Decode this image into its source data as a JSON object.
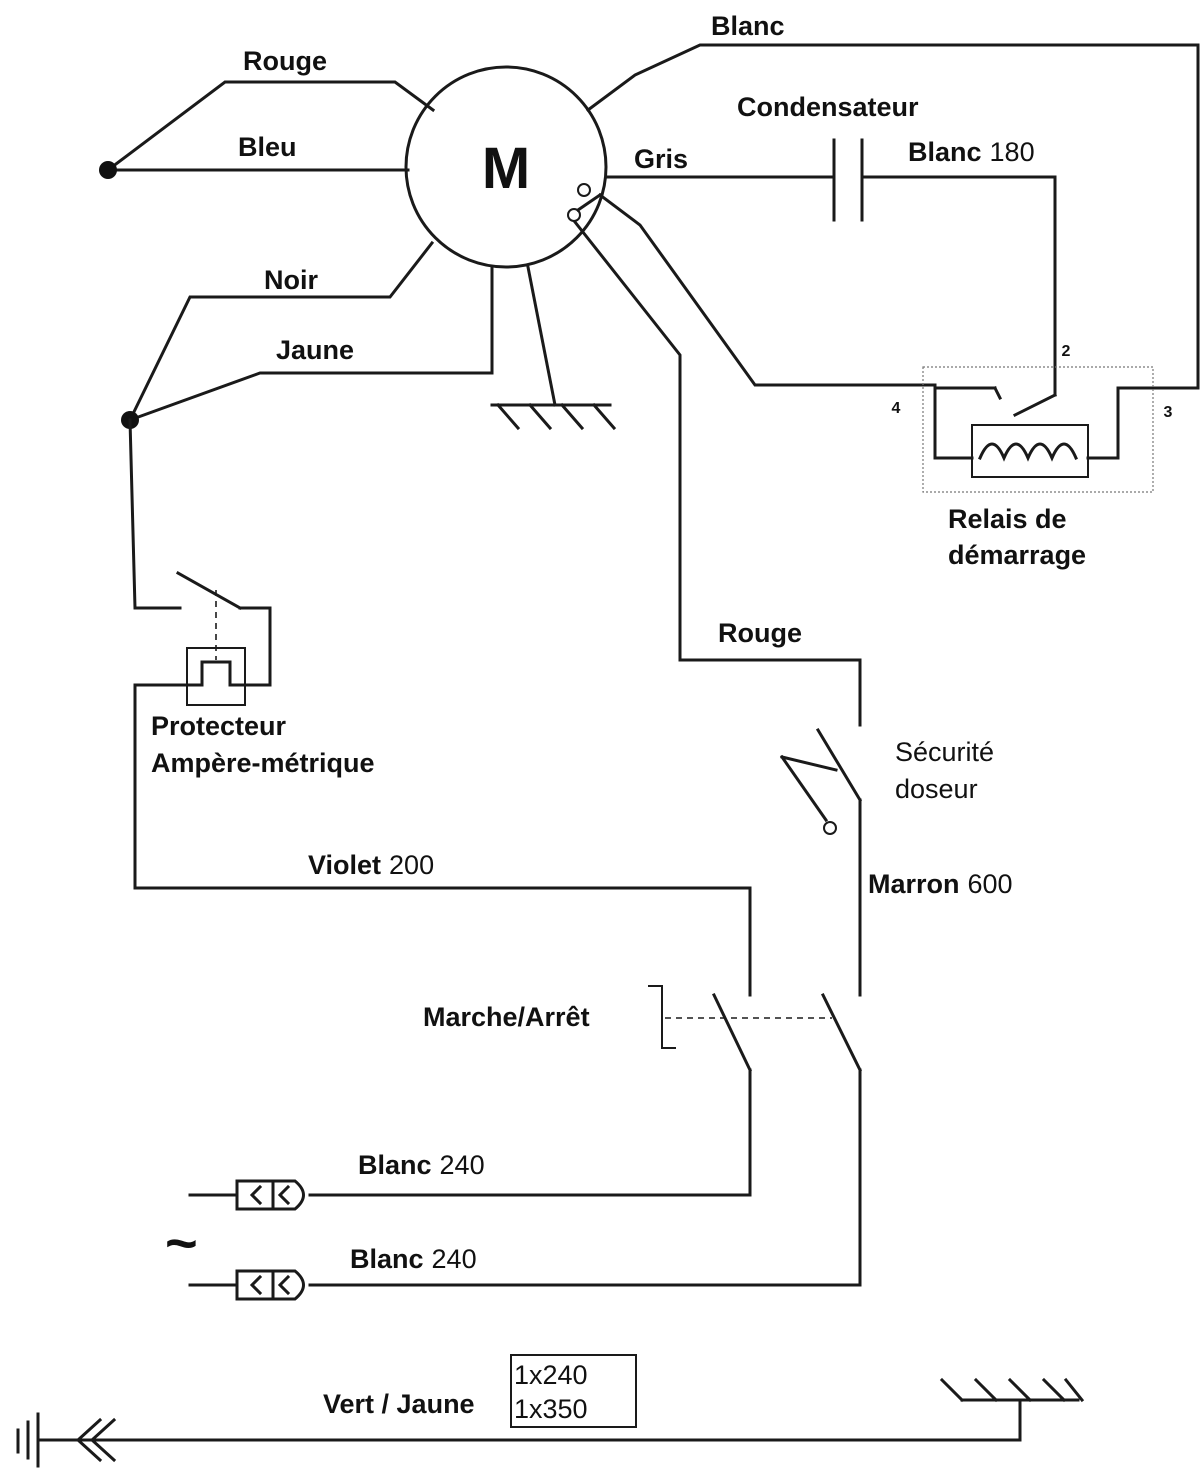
{
  "motor": {
    "symbol": "M"
  },
  "wires": {
    "rouge_top": "Rouge",
    "bleu": "Bleu",
    "blanc_top": "Blanc",
    "gris": "Gris",
    "noir": "Noir",
    "jaune": "Jaune",
    "rouge_mid": "Rouge",
    "violet": {
      "color": "Violet",
      "value": "200"
    },
    "marron": {
      "color": "Marron",
      "value": "600"
    },
    "blanc_180": {
      "color": "Blanc",
      "value": "180"
    },
    "blanc_240_a": {
      "color": "Blanc",
      "value": "240"
    },
    "blanc_240_b": {
      "color": "Blanc",
      "value": "240"
    },
    "vert_jaune": "Vert / Jaune"
  },
  "components": {
    "condensateur": "Condensateur",
    "relais": {
      "line1": "Relais de",
      "line2": "démarrage",
      "terminals": [
        "2",
        "4",
        "3"
      ]
    },
    "protecteur": {
      "line1": "Protecteur",
      "line2": "Ampère-métrique"
    },
    "securite": {
      "line1": "Sécurité",
      "line2": "doseur"
    },
    "marche_arret": "Marche/Arrêt",
    "supply_symbol": "~"
  },
  "earth_box": {
    "line1": "1x240",
    "line2": "1x350"
  }
}
